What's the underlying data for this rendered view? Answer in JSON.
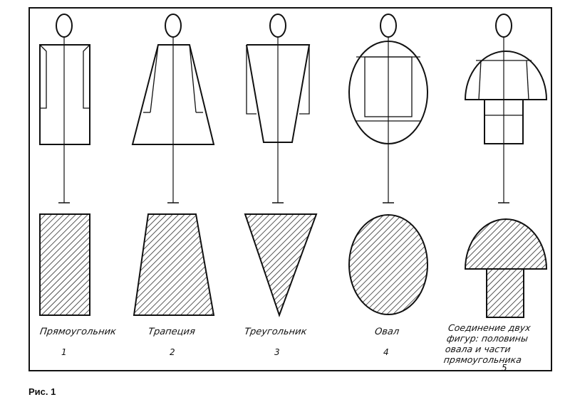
{
  "figure": {
    "caption": "Рис. 1",
    "colors": {
      "ink": "#111111",
      "paper": "#ffffff"
    },
    "items": [
      {
        "shape": "rectangle",
        "label": "Прямоугольник",
        "number": "1"
      },
      {
        "shape": "trapezoid",
        "label": "Трапеция",
        "number": "2"
      },
      {
        "shape": "triangle",
        "label": "Треугольник",
        "number": "3"
      },
      {
        "shape": "oval",
        "label": "Овал",
        "number": "4"
      },
      {
        "shape": "half-oval-and-rectangle",
        "label_lines": [
          "Соединение двух",
          "фигур: половины",
          "овала и части",
          "прямоугольника"
        ],
        "number": "5"
      }
    ]
  }
}
